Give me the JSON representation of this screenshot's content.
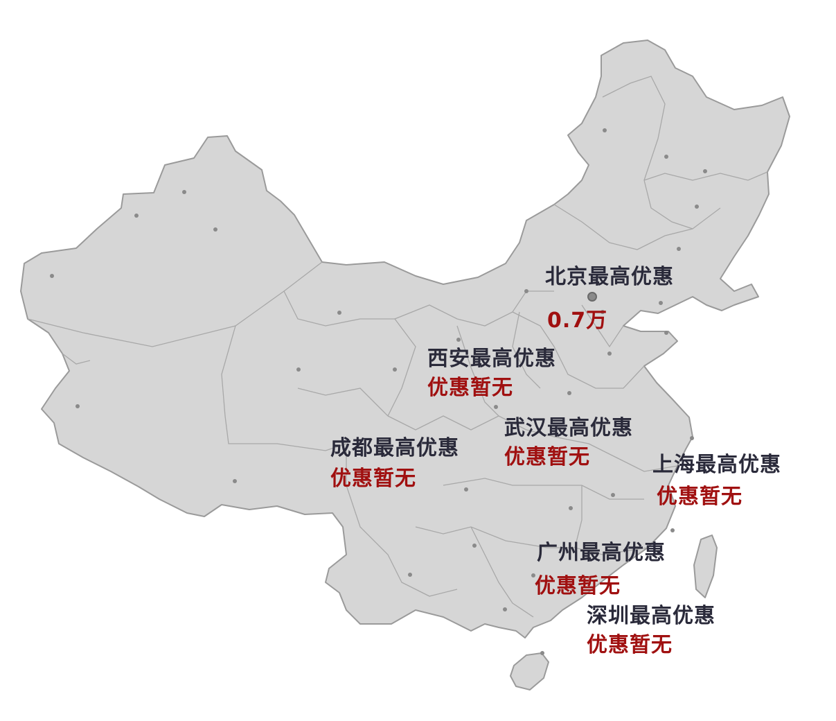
{
  "cities": [
    {
      "id": "beijing",
      "title": "北京最高优惠",
      "discount": "0.7万"
    },
    {
      "id": "xian",
      "title": "西安最高优惠",
      "discount": "优惠暂无"
    },
    {
      "id": "wuhan",
      "title": "武汉最高优惠",
      "discount": "优惠暂无"
    },
    {
      "id": "chengdu",
      "title": "成都最高优惠",
      "discount": "优惠暂无"
    },
    {
      "id": "shanghai",
      "title": "上海最高优惠",
      "discount": "优惠暂无"
    },
    {
      "id": "guangzhou",
      "title": "广州最高优惠",
      "discount": "优惠暂无"
    },
    {
      "id": "shenzhen",
      "title": "深圳最高优惠",
      "discount": "优惠暂无"
    }
  ],
  "colors": {
    "map_fill": "#d6d6d6",
    "map_border": "#9a9a9a",
    "label_title": "#2a2a3a",
    "label_discount": "#a01010"
  }
}
